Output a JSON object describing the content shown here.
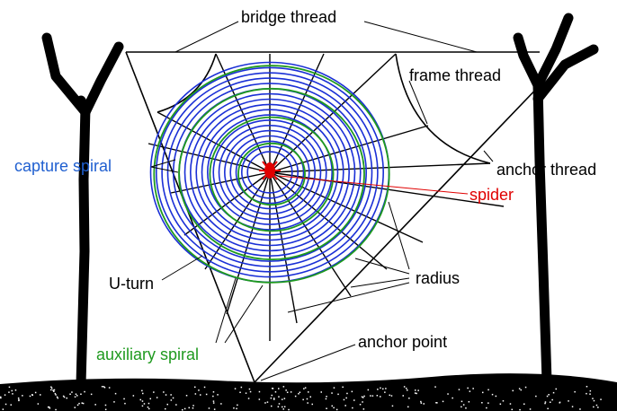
{
  "labels": {
    "bridge_thread": "bridge thread",
    "frame_thread": "frame thread",
    "capture_spiral": "capture spiral",
    "anchor_thread": "anchor thread",
    "spider": "spider",
    "u_turn": "U-turn",
    "radius": "radius",
    "auxiliary_spiral": "auxiliary spiral",
    "anchor_point": "anchor point"
  },
  "colors": {
    "line": "#000000",
    "capture_spiral": "#1a2fd6",
    "auxiliary_spiral": "#1f9a1f",
    "spider": "#e00000",
    "label_blue": "#1f5fd0",
    "label_green": "#1f9a1f",
    "label_red": "#e00000",
    "background": "#ffffff"
  }
}
